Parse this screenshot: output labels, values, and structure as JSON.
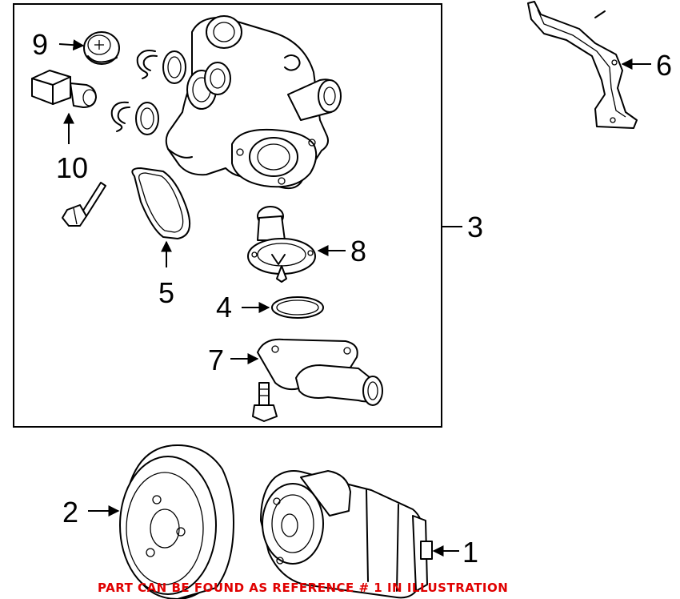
{
  "callouts": {
    "c1": "1",
    "c2": "2",
    "c3": "3",
    "c4": "4",
    "c5": "5",
    "c6": "6",
    "c7": "7",
    "c8": "8",
    "c9": "9",
    "c10": "10"
  },
  "note": "PART CAN BE FOUND AS REFERENCE # 1 IN ILLUSTRATION",
  "colors": {
    "note": "#e00000",
    "line": "#000000",
    "background": "#ffffff"
  }
}
